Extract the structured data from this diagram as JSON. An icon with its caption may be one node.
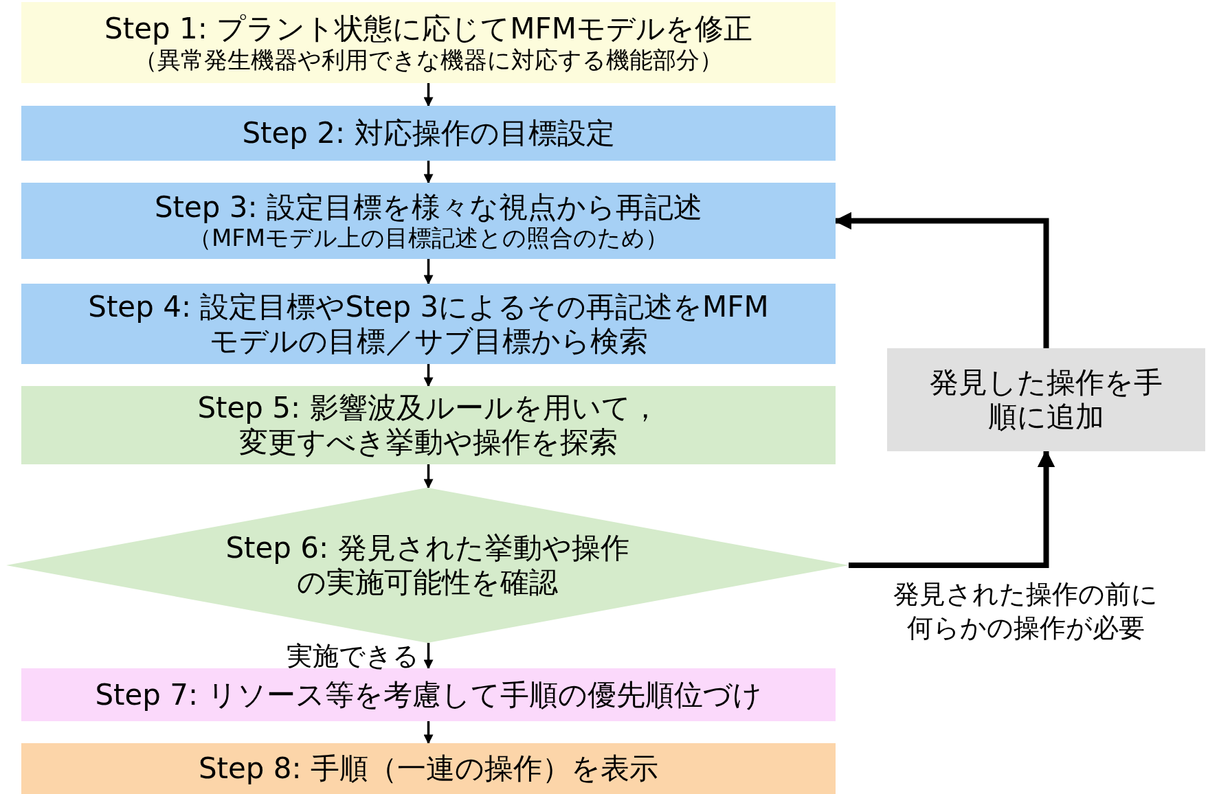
{
  "diagram": {
    "nodes": [
      {
        "text": [
          "Step 1: プラント状態に応じてMFMモデルを修正",
          "（異常発生機器や利用できな機器に対応する機能部分）"
        ]
      },
      {
        "text": [
          "Step 2: 対応操作の目標設定"
        ]
      },
      {
        "text": [
          "Step 3: 設定目標を様々な視点から再記述",
          "（MFMモデル上の目標記述との照合のため）"
        ]
      },
      {
        "text": [
          "Step 4: 設定目標やStep 3によるその再記述をMFMモデルの目標／サブ目標から検索"
        ]
      },
      {
        "text": [
          "Step 5: 影響波及ルールを用いて，変更すべき挙動や操作を探索"
        ]
      },
      {
        "text": [
          "Step 6: 発見された挙動や操作の実施可能性を確認"
        ]
      },
      {
        "text": [
          "Step 7: リソース等を考慮して手順の優先順位づけ"
        ]
      },
      {
        "text": [
          "Step 8: 手順（一連の操作）を表示"
        ]
      },
      {
        "text": [
          "発見した操作を手順に追加"
        ]
      }
    ],
    "edges": [
      {
        "from": 0,
        "to": 1,
        "arrow": "to"
      },
      {
        "from": 1,
        "to": 2,
        "arrow": "to"
      },
      {
        "from": 2,
        "to": 3,
        "arrow": "to"
      },
      {
        "from": 3,
        "to": 4,
        "arrow": "to"
      },
      {
        "from": 4,
        "to": 5,
        "arrow": "to"
      },
      {
        "from": 5,
        "to": 6,
        "arrow": "to",
        "label": "実施できる"
      },
      {
        "from": 6,
        "to": 7,
        "arrow": "to"
      },
      {
        "from": 5,
        "to": 8,
        "arrow": "to",
        "label": "発見された操作の前に何らかの操作が必要",
        "style": "thick"
      },
      {
        "from": 8,
        "to": 2,
        "arrow": "to",
        "style": "thick"
      }
    ]
  }
}
